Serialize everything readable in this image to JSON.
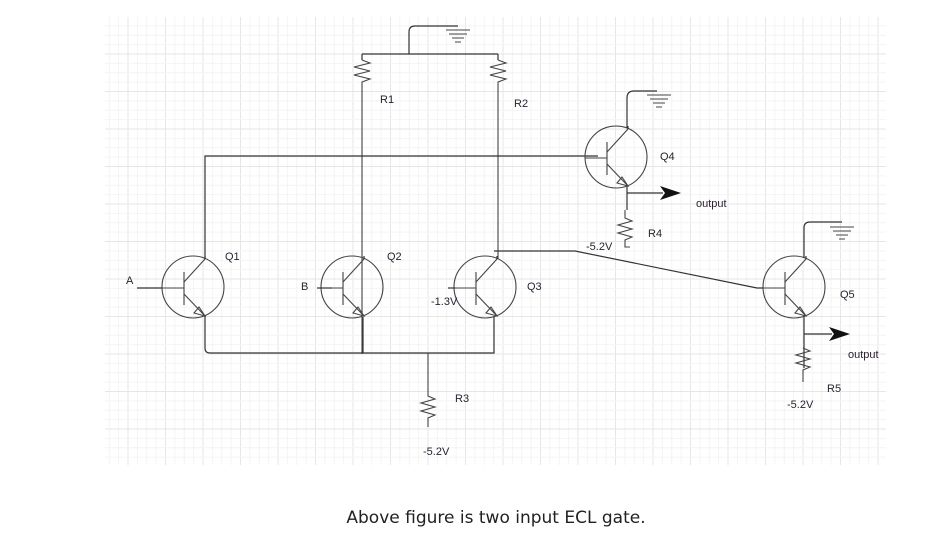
{
  "figure": {
    "title": "Two input ECL gate schematic",
    "inputs": [
      {
        "id": "A",
        "label": "A",
        "to": "Q1"
      },
      {
        "id": "B",
        "label": "B",
        "to": "Q2"
      }
    ],
    "transistors": [
      {
        "id": "Q1",
        "label": "Q1",
        "type": "npn"
      },
      {
        "id": "Q2",
        "label": "Q2",
        "type": "npn"
      },
      {
        "id": "Q3",
        "label": "Q3",
        "type": "npn",
        "base_bias": "-1.3V"
      },
      {
        "id": "Q4",
        "label": "Q4",
        "type": "npn"
      },
      {
        "id": "Q5",
        "label": "Q5",
        "type": "npn"
      }
    ],
    "resistors": [
      {
        "id": "R1",
        "label": "R1"
      },
      {
        "id": "R2",
        "label": "R2"
      },
      {
        "id": "R3",
        "label": "R3",
        "supply": "-5.2V"
      },
      {
        "id": "R4",
        "label": "R4",
        "supply": "-5.2V"
      },
      {
        "id": "R5",
        "label": "R5",
        "supply": "-5.2V"
      }
    ],
    "outputs": [
      {
        "label": "output",
        "from": "Q4"
      },
      {
        "label": "output",
        "from": "Q5"
      }
    ],
    "bias_label": "-1.3V",
    "supply_label": "-5.2V"
  },
  "caption": "Above figure is two input ECL gate."
}
